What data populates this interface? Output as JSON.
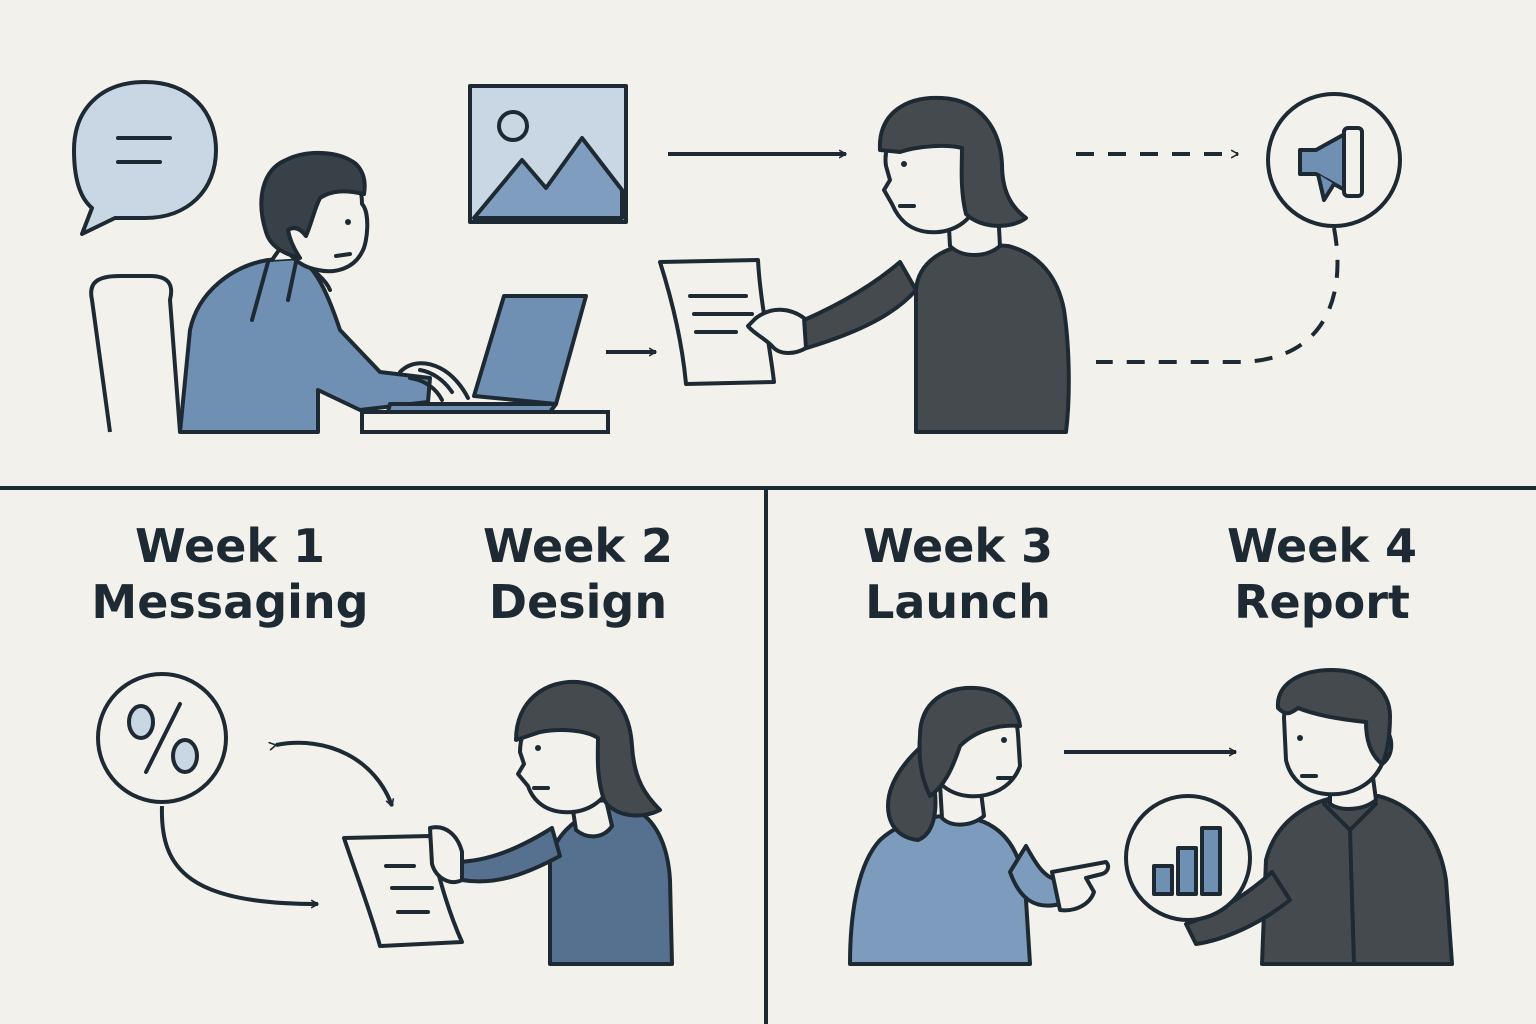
{
  "colors": {
    "background": "#f3f1ec",
    "ink": "#1e2a33",
    "blue": "#6f8fb3",
    "light_blue": "#c9d6e3",
    "dark": "#454a4f"
  },
  "weeks": [
    {
      "week": "Week 1",
      "title": "Messaging"
    },
    {
      "week": "Week 2",
      "title": "Design"
    },
    {
      "week": "Week 3",
      "title": "Launch"
    },
    {
      "week": "Week 4",
      "title": "Report"
    }
  ],
  "icons": [
    "speech-bubble-icon",
    "image-icon",
    "laptop-icon",
    "document-icon",
    "megaphone-icon",
    "percent-icon",
    "bar-chart-icon"
  ]
}
